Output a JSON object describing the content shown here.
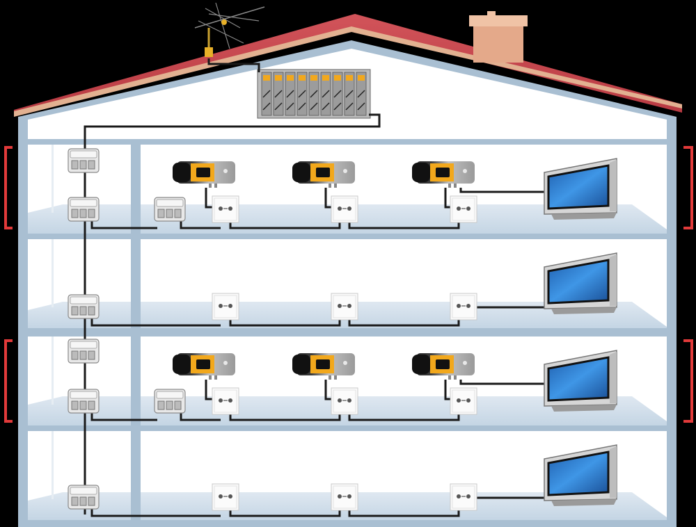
{
  "diagram": {
    "kind": "building-tv-distribution",
    "floors": [
      {
        "id": "floor-1",
        "receivers": 3,
        "splitter_units": 2,
        "outlets": 3,
        "tvs": 1
      },
      {
        "id": "floor-2",
        "receivers": 0,
        "splitter_units": 1,
        "outlets": 3,
        "tvs": 1
      },
      {
        "id": "floor-3",
        "receivers": 3,
        "splitter_units": 2,
        "outlets": 3,
        "tvs": 1
      },
      {
        "id": "floor-4",
        "receivers": 0,
        "splitter_units": 1,
        "outlets": 3,
        "tvs": 1
      }
    ],
    "components": {
      "antenna": "antenna-icon",
      "headend": "headend-amplifier-rack",
      "receiver": "set-top-box-icon",
      "outlet": "wall-outlet-icon",
      "tv": "tv-icon",
      "tap": "distribution-tap-icon"
    },
    "colors": {
      "roof": "#c9444c",
      "roof_edge": "#e2b191",
      "wall": "#a9bfd2",
      "room_bg": "#ffffff",
      "floor_slab": "#c8d8e6",
      "cable": "#1a1a1a",
      "bracket": "#e23a3a",
      "receiver_accent": "#f2a81c",
      "tv_screen": "#2a7fd4"
    }
  }
}
